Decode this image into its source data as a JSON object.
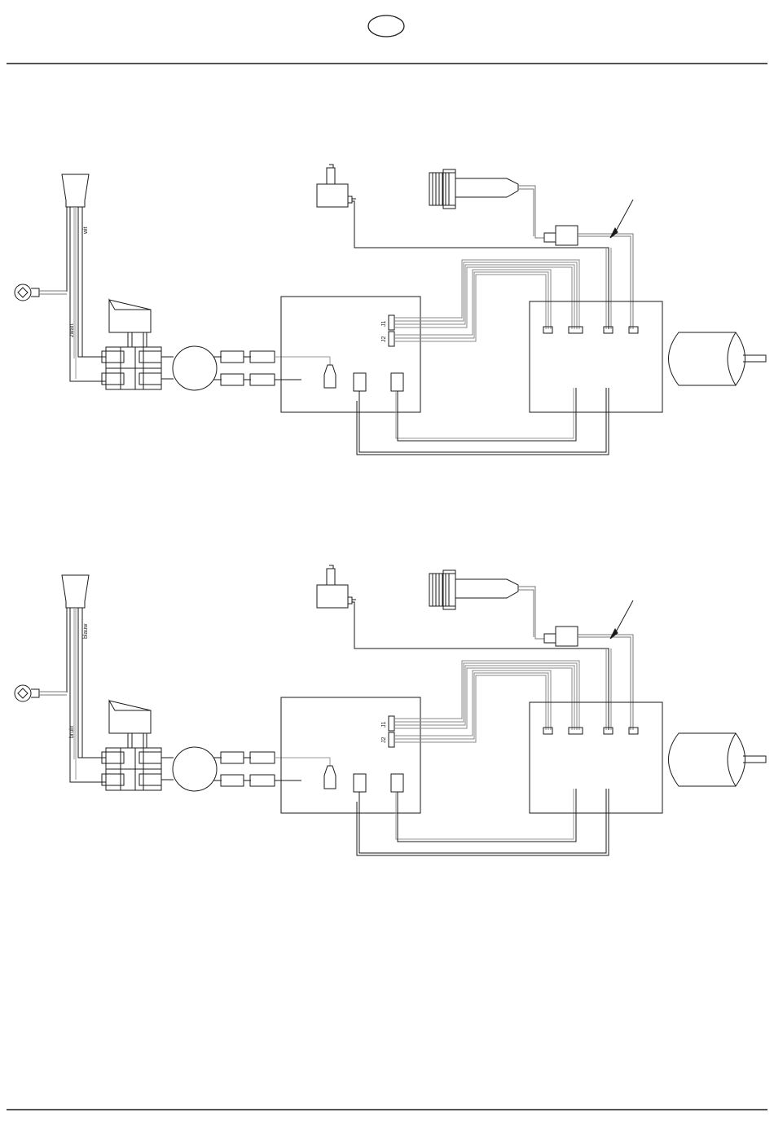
{
  "header": {
    "badge_text": ""
  },
  "diagrams": [
    {
      "id": "diagram-top",
      "labels": {
        "wire_upper": "wit",
        "wire_lower": "zwart",
        "connector_1": "J1",
        "connector_2": "J2"
      }
    },
    {
      "id": "diagram-bottom",
      "labels": {
        "wire_upper": "blauw",
        "wire_lower": "bruin",
        "connector_1": "J1",
        "connector_2": "J2"
      }
    }
  ],
  "colors": {
    "line": "#1a1a1a",
    "light_wire": "#888888",
    "paper": "#ffffff"
  }
}
